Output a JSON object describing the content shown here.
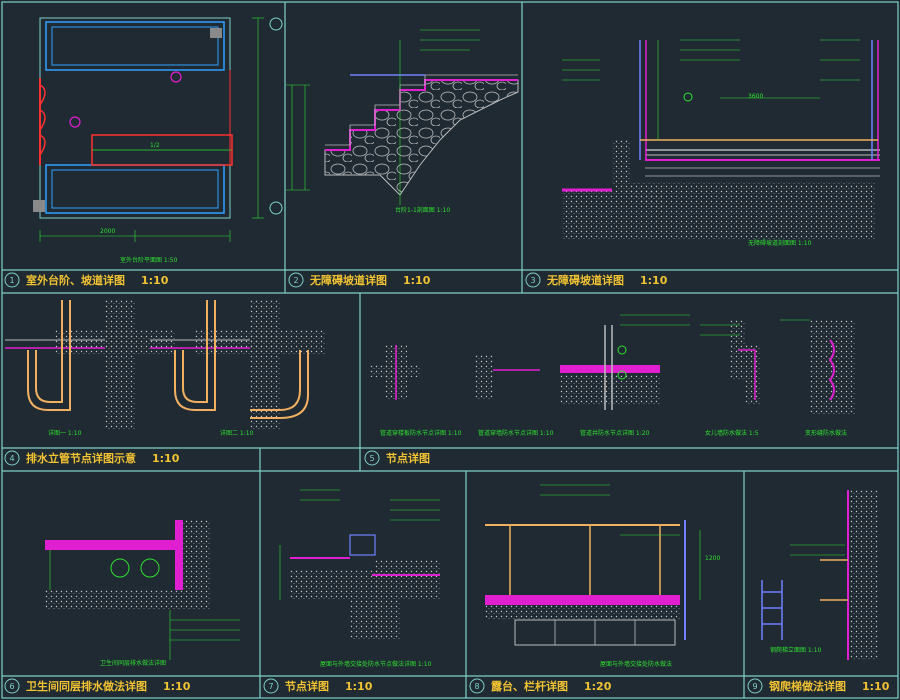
{
  "colors": {
    "background": "#1f2a33",
    "frame": "#7fd0c8",
    "title_text": "#f1c232",
    "dimension": "#30e030",
    "concrete": "#bcbcbc",
    "membrane": "#e020d0",
    "pipe": "#f0b060",
    "rail": "#7080ff",
    "red": "#ff3030",
    "white": "#ffffff"
  },
  "panels": [
    {
      "num": "1",
      "title": "室外台阶、坡道详图",
      "scale": "1:10"
    },
    {
      "num": "2",
      "title": "无障碍坡道详图",
      "scale": "1:10"
    },
    {
      "num": "3",
      "title": "无障碍坡道详图",
      "scale": "1:10"
    },
    {
      "num": "4",
      "title": "排水立管节点详图示意",
      "scale": "1:10"
    },
    {
      "num": "5",
      "title": "节点详图",
      "scale": ""
    },
    {
      "num": "6",
      "title": "卫生间同层排水做法详图",
      "scale": "1:10"
    },
    {
      "num": "7",
      "title": "节点详图",
      "scale": "1:10"
    },
    {
      "num": "8",
      "title": "露台、栏杆详图",
      "scale": "1:20"
    },
    {
      "num": "9",
      "title": "钢爬梯做法详图",
      "scale": "1:10"
    }
  ],
  "drawing_texts": {
    "plan_title": "室外台阶平面图 1:50",
    "stair_title": "台阶1-1剖面图 1:10",
    "ramp_title": "无障碍坡道剖面图 1:10",
    "pipe_a": "详图一 1:10",
    "pipe_b": "详图二 1:10",
    "node_a": "管道穿楼板防水节点详图 1:10",
    "node_b": "管道穿墙防水节点详图 1:10",
    "node_c": "管道井防水节点详图 1:20",
    "node_d": "女儿墙防水做法 1:5",
    "node_e": "变形缝防水做法",
    "wc_title": "卫生间同层排水做法详图",
    "node7_title": "屋面与外墙交接处防水节点做法详图 1:10",
    "rail_title": "屋面与外墙交接处防水做法",
    "ladder_title": "钢爬梯立面图 1:10",
    "dim_2000": "2000",
    "dim_1_2": "1/2",
    "dim_3600": "3600",
    "dim_1200": "1200"
  }
}
